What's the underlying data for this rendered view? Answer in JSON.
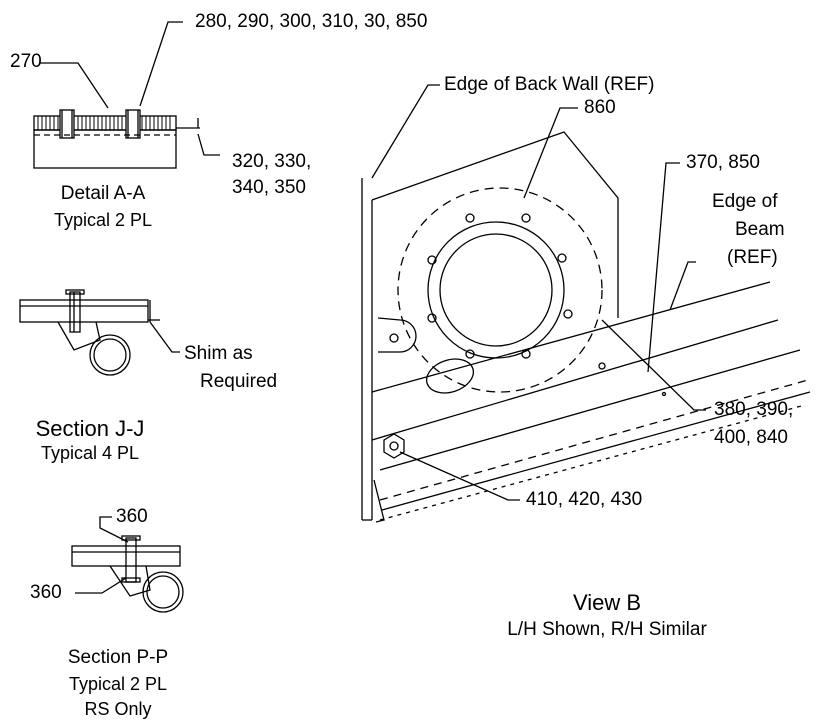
{
  "detail_aa": {
    "callout_270": "270",
    "callout_top": "280, 290, 300, 310, 30, 850",
    "callout_right_l1": "320, 330,",
    "callout_right_l2": "340, 350",
    "title": "Detail A-A",
    "subtitle": "Typical 2 PL"
  },
  "section_jj": {
    "shim_l1": "Shim as",
    "shim_l2": "Required",
    "title": "Section J-J",
    "subtitle": "Typical 4 PL"
  },
  "section_pp": {
    "callout_top": "360",
    "callout_left": "360",
    "title": "Section P-P",
    "subtitle": "Typical 2 PL",
    "note": "RS Only"
  },
  "view_b": {
    "edge_back_wall": "Edge of Back Wall (REF)",
    "callout_860": "860",
    "callout_370": "370, 850",
    "edge_beam_l1": "Edge of",
    "edge_beam_l2": "Beam",
    "edge_beam_l3": "(REF)",
    "callout_380_l1": "380, 390,",
    "callout_380_l2": "400, 840",
    "callout_410": "410, 420, 430",
    "title": "View B",
    "subtitle": "L/H Shown, R/H Similar"
  }
}
